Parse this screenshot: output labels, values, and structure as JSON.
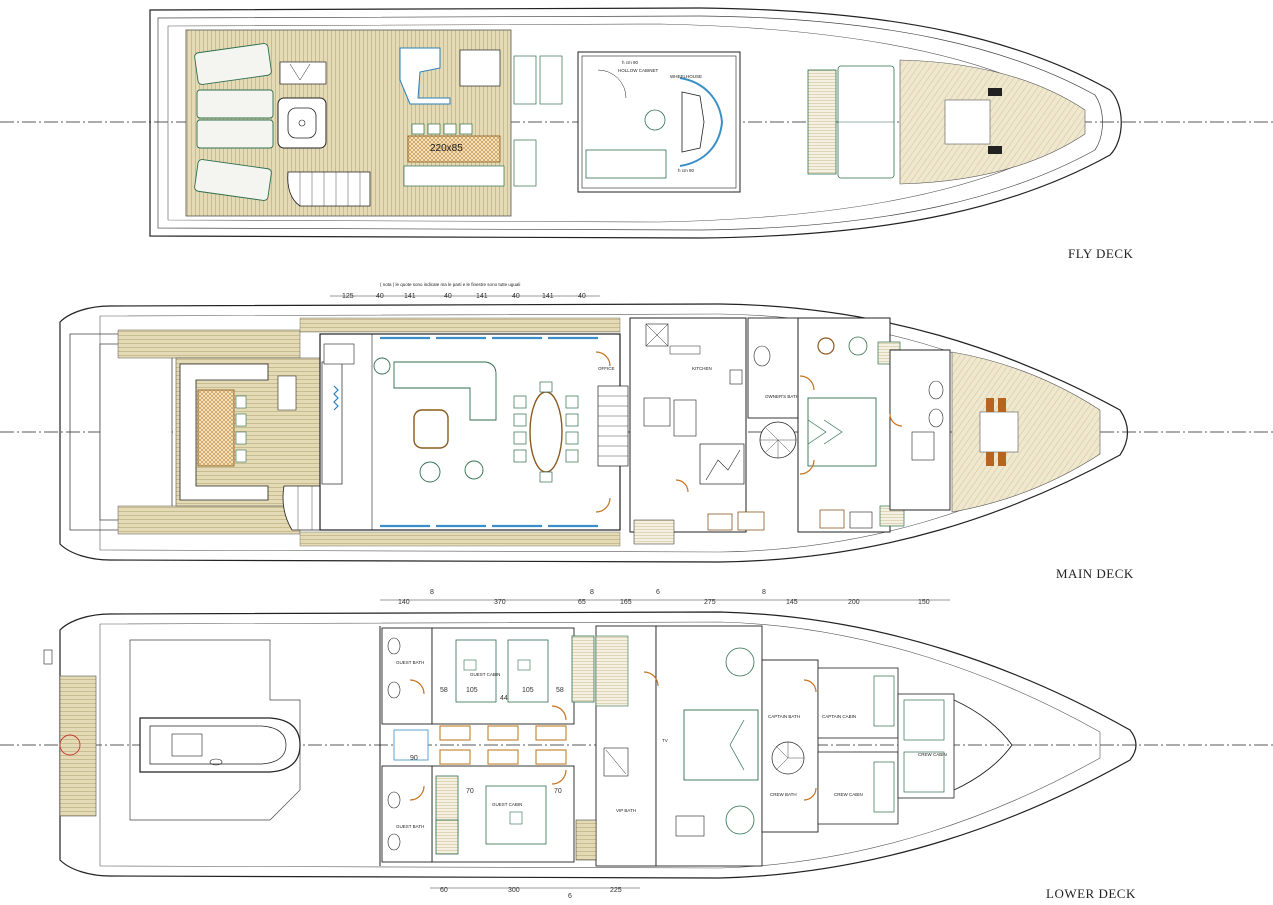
{
  "decks": [
    {
      "id": "fly",
      "title": "FLY DECK"
    },
    {
      "id": "main",
      "title": "MAIN DECK"
    },
    {
      "id": "lower",
      "title": "LOWER DECK"
    }
  ],
  "fly_labels": {
    "table_size": "220x85",
    "h_top": "h cm 90",
    "hollow_cabinet": "HOLLOW CABINET",
    "wheelhouse": "WHEELHOUSE",
    "h_bottom": "h cm 90"
  },
  "main_labels": {
    "note": "( nota ) le quote sono indicate ma le parti e le finestre sono tutte uguali",
    "office": "OFFICE",
    "kitchen": "KITCHEN",
    "owners_bath": "OWNER'S BATH"
  },
  "main_dims": [
    "125",
    "40",
    "141",
    "40",
    "141",
    "40",
    "141",
    "40"
  ],
  "lower_top_dims": [
    "140",
    "8",
    "370",
    "8",
    "65",
    "165",
    "6",
    "275",
    "8",
    "145",
    "200",
    "150"
  ],
  "lower_bottom_dims": [
    "60",
    "300",
    "6",
    "225"
  ],
  "lower_labels": {
    "guest_bath_top": "GUEST BATH",
    "guest_cabin_top": "GUEST CABIN",
    "d58a": "58",
    "d105a": "105",
    "d44": "44",
    "d105b": "105",
    "d58b": "58",
    "d90": "90",
    "d70a": "70",
    "d70b": "70",
    "guest_cabin_bottom": "GUEST CABIN",
    "guest_bath_bottom": "GUEST BATH",
    "vip_bath": "VIP BATH",
    "tv": "TV",
    "captain_bath": "CAPTAIN BATH",
    "captain_cabin": "CAPTAIN CABIN",
    "crew_cabin_a": "CREW CABIN",
    "crew_cabin_b": "CREW CABIN",
    "crew_bath": "CREW BATH"
  },
  "colors": {
    "deck_wood": "#d9cfa8",
    "wood_dark": "#b89a5e",
    "furniture_green": "#2f6f4e",
    "door_orange": "#c7721e",
    "glass_blue": "#3a8fc9"
  }
}
